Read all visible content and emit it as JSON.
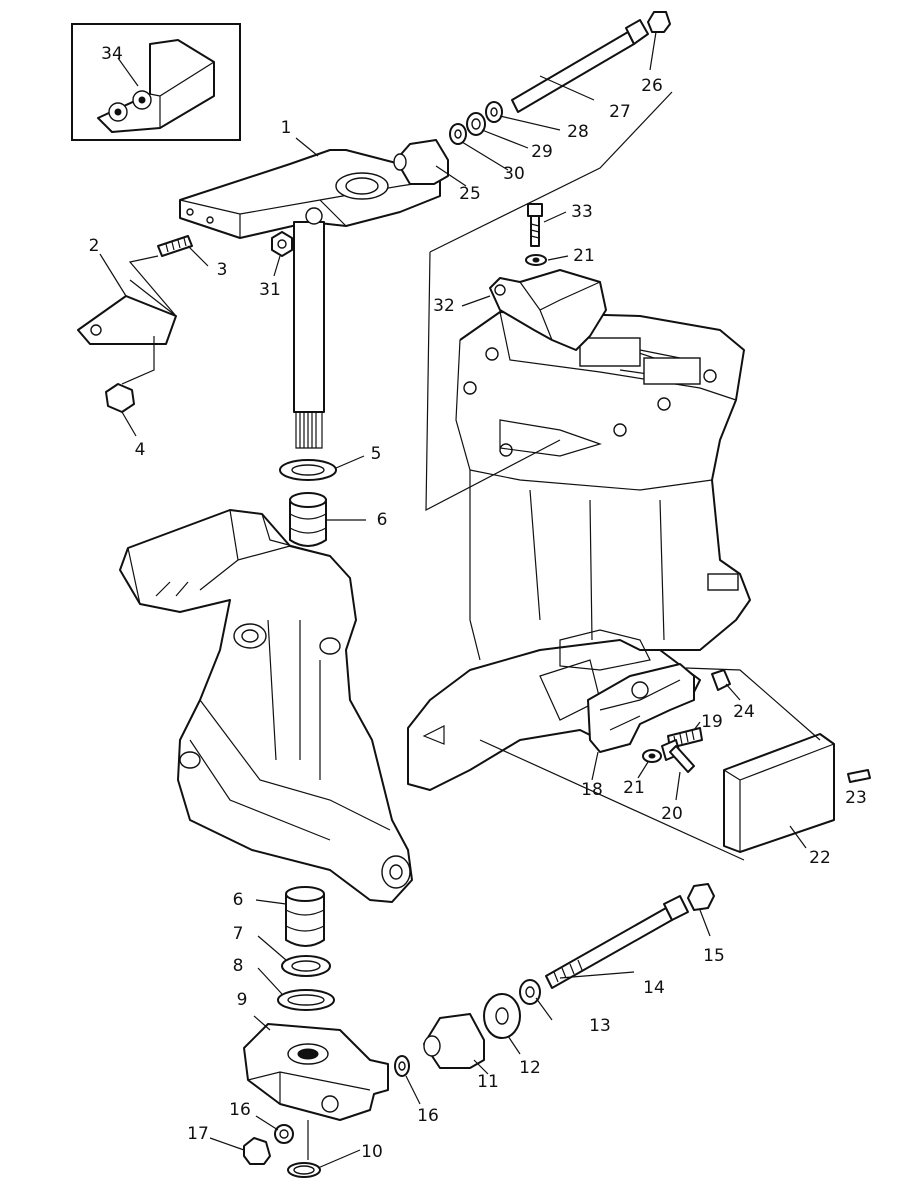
{
  "callouts": [
    {
      "id": "c34",
      "text": "34"
    },
    {
      "id": "c1",
      "text": "1"
    },
    {
      "id": "c2",
      "text": "2"
    },
    {
      "id": "c3",
      "text": "3"
    },
    {
      "id": "c4",
      "text": "4"
    },
    {
      "id": "c31",
      "text": "31"
    },
    {
      "id": "c5",
      "text": "5"
    },
    {
      "id": "c6a",
      "text": "6"
    },
    {
      "id": "c25",
      "text": "25"
    },
    {
      "id": "c30",
      "text": "30"
    },
    {
      "id": "c29",
      "text": "29"
    },
    {
      "id": "c28",
      "text": "28"
    },
    {
      "id": "c27",
      "text": "27"
    },
    {
      "id": "c26",
      "text": "26"
    },
    {
      "id": "c33",
      "text": "33"
    },
    {
      "id": "c21a",
      "text": "21"
    },
    {
      "id": "c32",
      "text": "32"
    },
    {
      "id": "c24",
      "text": "24"
    },
    {
      "id": "c19",
      "text": "19"
    },
    {
      "id": "c18",
      "text": "18"
    },
    {
      "id": "c21b",
      "text": "21"
    },
    {
      "id": "c20",
      "text": "20"
    },
    {
      "id": "c23",
      "text": "23"
    },
    {
      "id": "c22",
      "text": "22"
    },
    {
      "id": "c6b",
      "text": "6"
    },
    {
      "id": "c7",
      "text": "7"
    },
    {
      "id": "c8",
      "text": "8"
    },
    {
      "id": "c9",
      "text": "9"
    },
    {
      "id": "c15",
      "text": "15"
    },
    {
      "id": "c14",
      "text": "14"
    },
    {
      "id": "c13",
      "text": "13"
    },
    {
      "id": "c12",
      "text": "12"
    },
    {
      "id": "c11",
      "text": "11"
    },
    {
      "id": "c16a",
      "text": "16"
    },
    {
      "id": "c16b",
      "text": "16"
    },
    {
      "id": "c17",
      "text": "17"
    },
    {
      "id": "c10",
      "text": "10"
    }
  ]
}
